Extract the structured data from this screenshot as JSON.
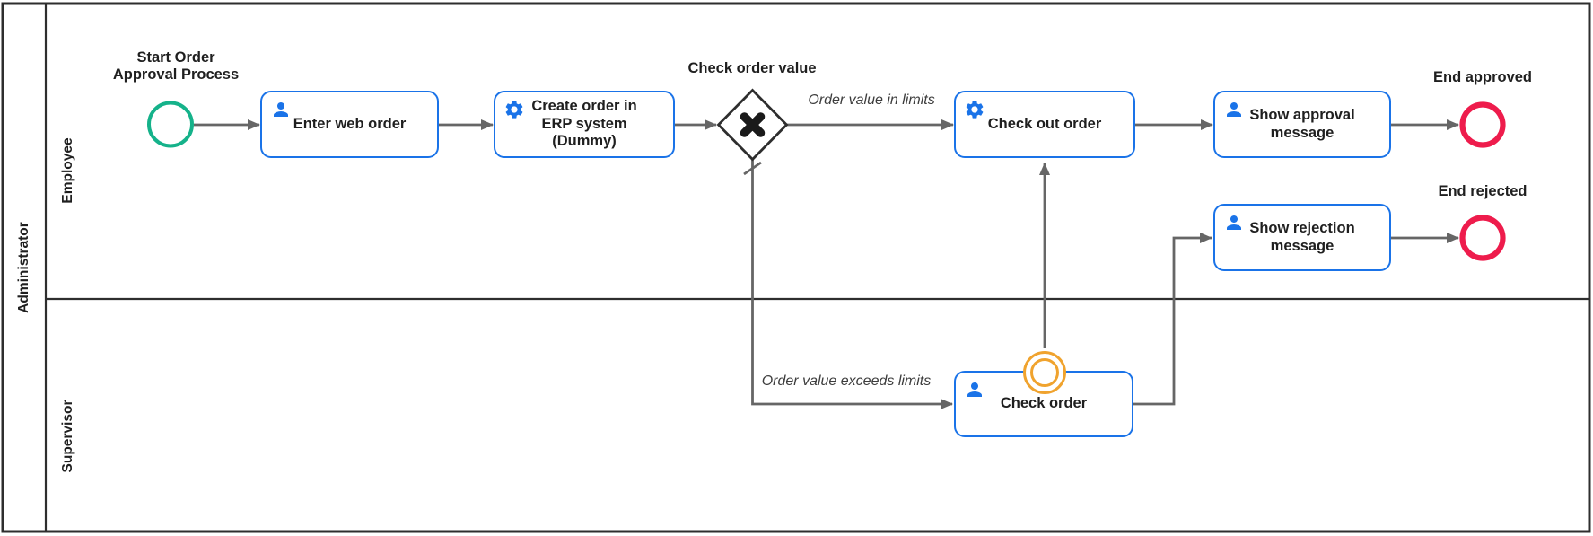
{
  "colors": {
    "task_border": "#1a73e8",
    "icon_blue": "#1a73e8",
    "start_green": "#15b28a",
    "end_red": "#ee1c4c",
    "boundary_orange": "#f0a32e",
    "flow_gray": "#666666",
    "frame_dark": "#2e2e2e",
    "text_dark": "#1f1f1f"
  },
  "pool": {
    "label": "Administrator",
    "lanes": {
      "employee": "Employee",
      "supervisor": "Supervisor"
    }
  },
  "nodes": {
    "start_event": {
      "label": "Start Order Approval Process",
      "type": "start event"
    },
    "enter_web_order": {
      "label": "Enter web order",
      "type": "user task"
    },
    "create_order_erp": {
      "label": "Create order in ERP system (Dummy)",
      "type": "service task"
    },
    "check_order_value": {
      "label": "Check order value",
      "type": "exclusive gateway"
    },
    "check_out_order": {
      "label": "Check out order",
      "type": "service task"
    },
    "show_approval_message": {
      "label": "Show approval message",
      "type": "user task"
    },
    "end_approved": {
      "label": "End approved",
      "type": "end event"
    },
    "check_order": {
      "label": "Check order",
      "type": "user task with boundary event"
    },
    "show_rejection_message": {
      "label": "Show rejection message",
      "type": "user task"
    },
    "end_rejected": {
      "label": "End rejected",
      "type": "end event"
    }
  },
  "flows": {
    "order_value_in_limits": "Order value in limits",
    "order_value_exceeds_limits": "Order value exceeds limits"
  }
}
